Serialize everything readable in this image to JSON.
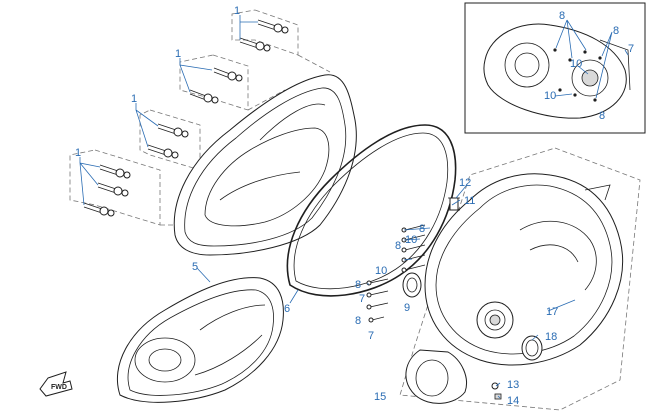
{
  "diagram": {
    "callouts": {
      "c1a": "1",
      "c1b": "1",
      "c1c": "1",
      "c1d": "1",
      "c5": "5",
      "c6": "6",
      "c7a": "7",
      "c7b": "7",
      "c7c": "7",
      "c8a": "8",
      "c8b": "8",
      "c8c": "8",
      "c8d": "8",
      "c8e": "8",
      "c8f": "8",
      "c9": "9",
      "c10a": "10",
      "c10b": "10",
      "c10c": "10",
      "c10d": "10",
      "c11": "11",
      "c12": "12",
      "c13": "13",
      "c14": "14",
      "c15": "15",
      "c17": "17",
      "c18": "18"
    },
    "fwd_label": "FWD"
  },
  "colors": {
    "callout": "#2a6cb3",
    "ink": "#1f1f1f",
    "dash": "#777777"
  }
}
